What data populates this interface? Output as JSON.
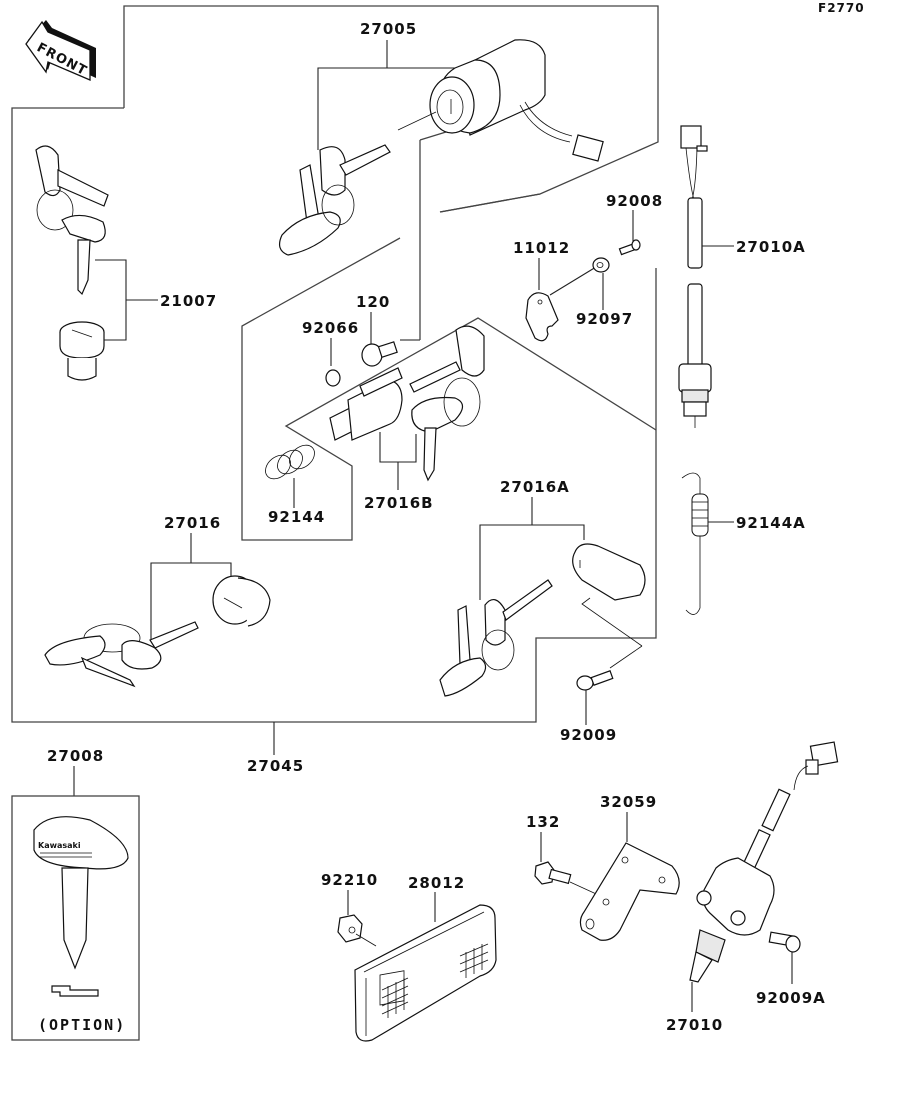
{
  "diagram": {
    "figure_code": "F2770",
    "front_arrow_label": "FRONT",
    "option_label": "(OPTION)",
    "key_brand": "Kawasaki",
    "parts": [
      {
        "id": "p27005",
        "number": "27005",
        "description": "ignition switch with keys"
      },
      {
        "id": "p92008",
        "number": "92008",
        "description": "bolt"
      },
      {
        "id": "p11012",
        "number": "11012",
        "description": "bracket plate"
      },
      {
        "id": "p92097",
        "number": "92097",
        "description": "washer"
      },
      {
        "id": "p27010A",
        "number": "27010A",
        "description": "switch with lead"
      },
      {
        "id": "p21007",
        "number": "21007",
        "description": "key cylinder with keys"
      },
      {
        "id": "p120",
        "number": "120",
        "description": "bolt"
      },
      {
        "id": "p92066",
        "number": "92066",
        "description": "plug"
      },
      {
        "id": "p92144",
        "number": "92144",
        "description": "spring"
      },
      {
        "id": "p27016B",
        "number": "27016B",
        "description": "seat lock with keys"
      },
      {
        "id": "p27016",
        "number": "27016",
        "description": "lock with keys"
      },
      {
        "id": "p27016A",
        "number": "27016A",
        "description": "lock with keys"
      },
      {
        "id": "p92144A",
        "number": "92144A",
        "description": "spring"
      },
      {
        "id": "p92009",
        "number": "92009",
        "description": "screw"
      },
      {
        "id": "p27045",
        "number": "27045",
        "description": "lock set"
      },
      {
        "id": "p27008",
        "number": "27008",
        "description": "key blank"
      },
      {
        "id": "p132",
        "number": "132",
        "description": "bolt"
      },
      {
        "id": "p32059",
        "number": "32059",
        "description": "bracket"
      },
      {
        "id": "p92210",
        "number": "92210",
        "description": "nut"
      },
      {
        "id": "p28012",
        "number": "28012",
        "description": "reflector"
      },
      {
        "id": "p27010",
        "number": "27010",
        "description": "switch"
      },
      {
        "id": "p92009A",
        "number": "92009A",
        "description": "bolt"
      }
    ]
  }
}
